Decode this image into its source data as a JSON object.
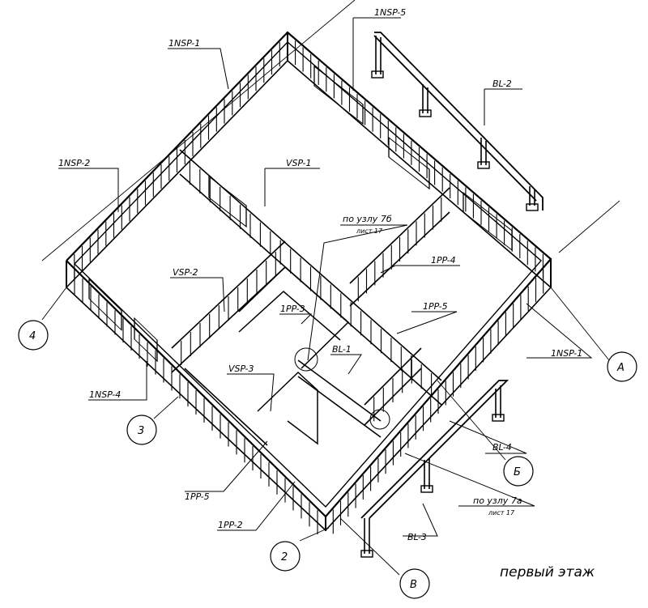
{
  "caption": "первый этаж",
  "labels": {
    "nsp5": "1NSP-5",
    "nsp1_top": "1NSP-1",
    "nsp2": "1NSP-2",
    "vsp1": "VSP-1",
    "bl2": "BL-2",
    "node7b": "по узлу 7б",
    "node7b_sheet": "лист 17",
    "pp4": "1PP-4",
    "vsp2": "VSP-2",
    "pp3": "1PP-3",
    "pp5_right": "1PP-5",
    "bl1": "BL-1",
    "vsp3": "VSP-3",
    "nsp1_right": "1NSP-1",
    "nsp4": "1NSP-4",
    "bl4": "BL-4",
    "pp5_left": "1PP-5",
    "node7a": "по узлу 7а",
    "node7a_sheet": "лист 17",
    "pp2": "1PP-2",
    "bl3": "BL-3"
  },
  "axes": {
    "a": "А",
    "b": "Б",
    "v": "В",
    "n2": "2",
    "n3": "3",
    "n4": "4"
  }
}
